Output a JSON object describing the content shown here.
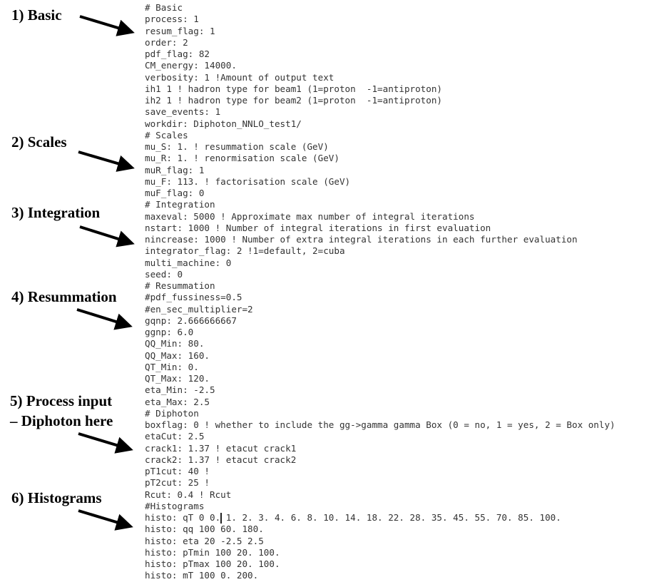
{
  "annotations": {
    "basic": "1) Basic",
    "scales": "2) Scales",
    "integration": "3) Integration",
    "resummation": "4) Resummation",
    "process_line1": "5) Process input",
    "process_line2": "– Diphoton here",
    "histograms": "6) Histograms"
  },
  "code_lines": [
    "# Basic",
    "process: 1",
    "resum_flag: 1",
    "order: 2",
    "pdf_flag: 82",
    "CM_energy: 14000.",
    "verbosity: 1 !Amount of output text",
    "ih1 1 ! hadron type for beam1 (1=proton  -1=antiproton)",
    "ih2 1 ! hadron type for beam2 (1=proton  -1=antiproton)",
    "save_events: 1",
    "workdir: Diphoton_NNLO_test1/",
    "# Scales",
    "mu_S: 1. ! resummation scale (GeV)",
    "mu_R: 1. ! renormisation scale (GeV)",
    "muR_flag: 1",
    "mu_F: 113. ! factorisation scale (GeV)",
    "muF_flag: 0",
    "# Integration",
    "maxeval: 5000 ! Approximate max number of integral iterations",
    "nstart: 1000 ! Number of integral iterations in first evaluation",
    "nincrease: 1000 ! Number of extra integral iterations in each further evaluation",
    "integrator_flag: 2 !1=default, 2=cuba",
    "multi_machine: 0",
    "seed: 0",
    "# Resummation",
    "#pdf_fussiness=0.5",
    "#en_sec_multiplier=2",
    "gqnp: 2.666666667",
    "ggnp: 6.0",
    "QQ_Min: 80.",
    "QQ_Max: 160.",
    "QT_Min: 0.",
    "QT_Max: 120.",
    "eta_Min: -2.5",
    "eta_Max: 2.5",
    "# Diphoton",
    "boxflag: 0 ! whether to include the gg->gamma gamma Box (0 = no, 1 = yes, 2 = Box only)",
    "etaCut: 2.5",
    "crack1: 1.37 ! etacut crack1",
    "crack2: 1.37 ! etacut crack2",
    "pT1cut: 40 !",
    "pT2cut: 25 !",
    "Rcut: 0.4 ! Rcut",
    "#Histograms",
    "histo: qT 0 0. 1. 2. 3. 4. 6. 8. 10. 14. 18. 22. 28. 35. 45. 55. 70. 85. 100.",
    "histo: qq 100 60. 180.",
    "histo: eta 20 -2.5 2.5",
    "histo: pTmin 100 20. 100.",
    "histo: pTmax 100 20. 100.",
    "histo: mT 100 0. 200."
  ]
}
